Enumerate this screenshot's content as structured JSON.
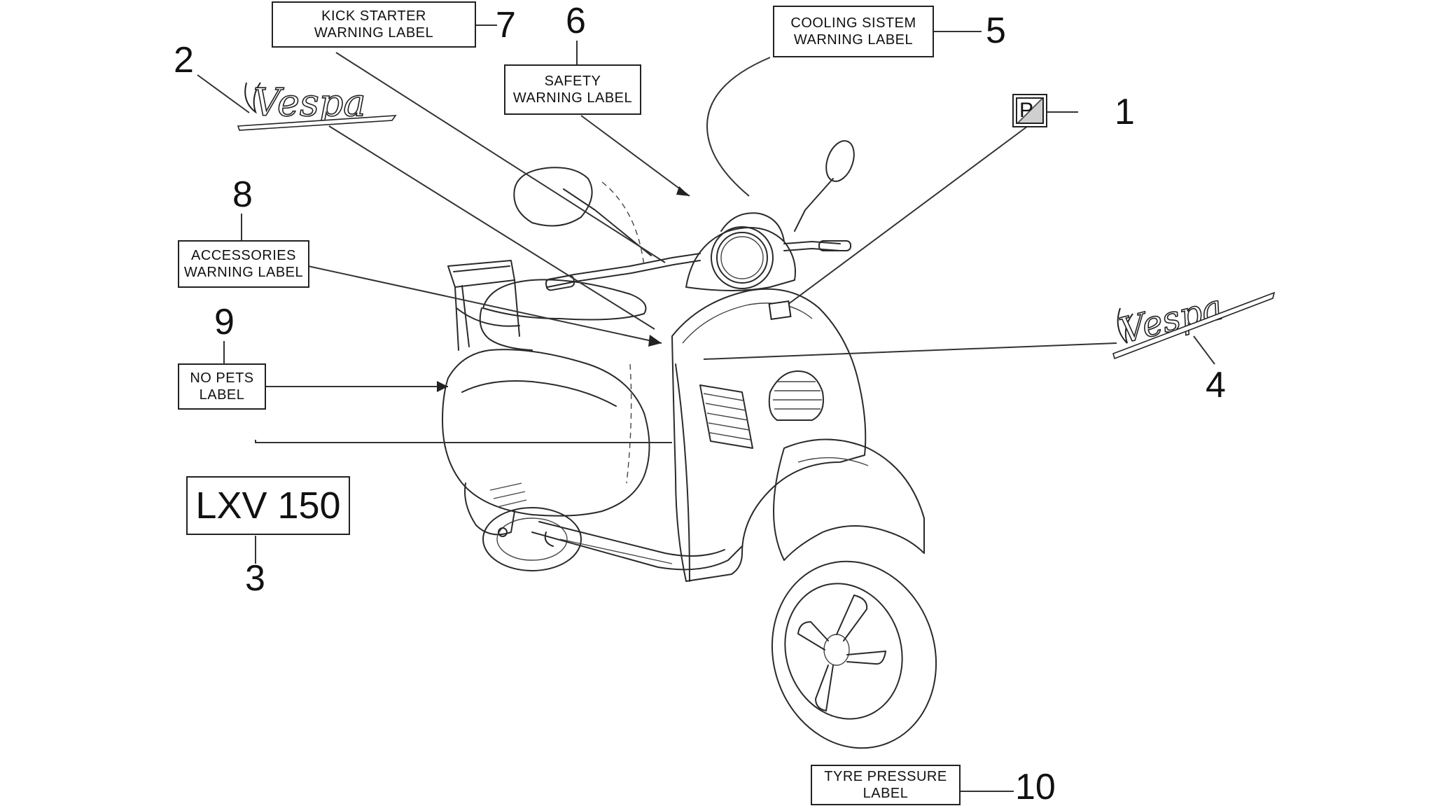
{
  "callouts": {
    "kick_starter": {
      "number": "7",
      "line1": "KICK STARTER",
      "line2": "WARNING LABEL"
    },
    "safety": {
      "number": "6",
      "line1": "SAFETY",
      "line2": "WARNING LABEL"
    },
    "cooling": {
      "number": "5",
      "line1": "COOLING SISTEM",
      "line2": "WARNING LABEL"
    },
    "accessories": {
      "number": "8",
      "line1": "ACCESSORIES",
      "line2": "WARNING LABEL"
    },
    "no_pets": {
      "number": "9",
      "line1": "NO PETS",
      "line2": "LABEL"
    },
    "tyre_pressure": {
      "number": "10",
      "line1": "TYRE PRESSURE",
      "line2": "LABEL"
    },
    "model_badge": {
      "number": "3",
      "text": "LXV 150"
    },
    "parking_label": {
      "number": "1",
      "symbol": "P"
    },
    "logo_left": {
      "number": "2",
      "text": "Vespa"
    },
    "logo_right": {
      "number": "4",
      "text": "Vespa"
    }
  }
}
